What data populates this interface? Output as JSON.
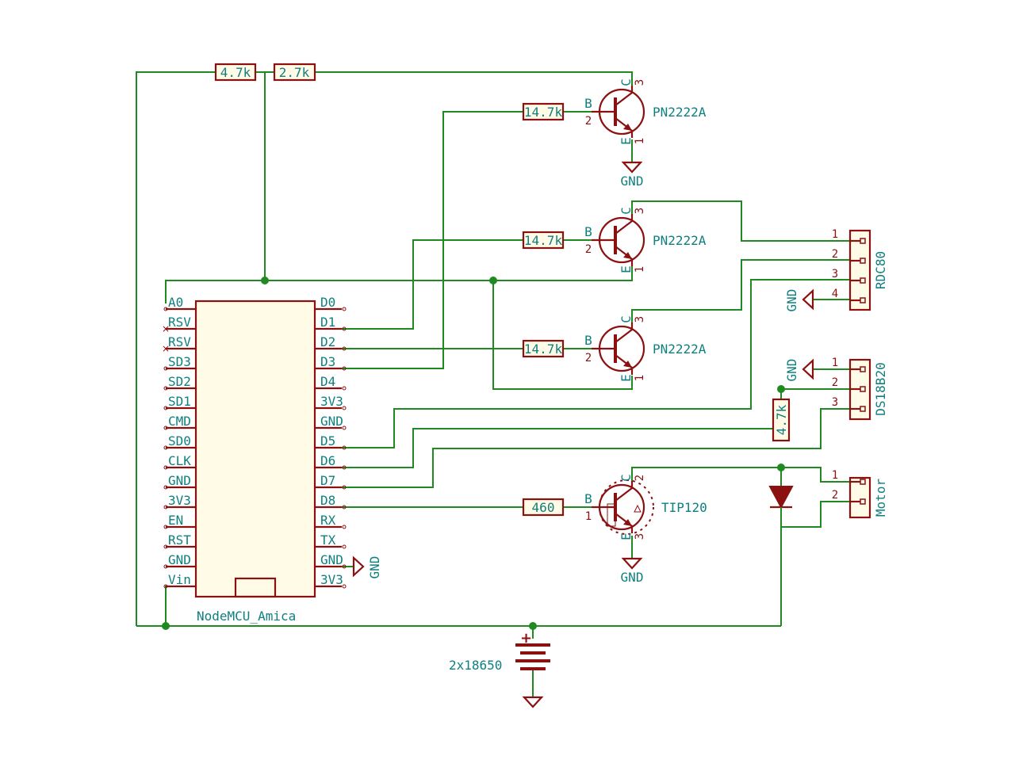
{
  "mcu": {
    "name": "NodeMCU_Amica",
    "left_pins": [
      "A0",
      "RSV",
      "RSV",
      "SD3",
      "SD2",
      "SD1",
      "CMD",
      "SD0",
      "CLK",
      "GND",
      "3V3",
      "EN",
      "RST",
      "GND",
      "Vin"
    ],
    "right_pins": [
      "D0",
      "D1",
      "D2",
      "D3",
      "D4",
      "3V3",
      "GND",
      "D5",
      "D6",
      "D7",
      "D8",
      "RX",
      "TX",
      "GND",
      "3V3"
    ]
  },
  "resistors": {
    "r1": "4.7k",
    "r2": "2.7k",
    "rb1": "14.7k",
    "rb2": "14.7k",
    "rb3": "14.7k",
    "rb4": "460",
    "rpull": "4.7k"
  },
  "transistors": [
    {
      "part": "PN2222A",
      "b": "B",
      "c": "C",
      "e": "E",
      "pin_b": "2",
      "pin_c": "3",
      "pin_e": "1"
    },
    {
      "part": "PN2222A",
      "b": "B",
      "c": "C",
      "e": "E",
      "pin_b": "2",
      "pin_c": "3",
      "pin_e": "1"
    },
    {
      "part": "PN2222A",
      "b": "B",
      "c": "C",
      "e": "E",
      "pin_b": "2",
      "pin_c": "3",
      "pin_e": "1"
    },
    {
      "part": "TIP120",
      "b": "B",
      "c": "C",
      "e": "E",
      "pin_b": "1",
      "pin_c": "2",
      "pin_e": "3"
    }
  ],
  "connectors": {
    "rdc80": {
      "name": "RDC80",
      "pins": [
        "1",
        "2",
        "3",
        "4"
      ]
    },
    "ds18b20": {
      "name": "DS18B20",
      "pins": [
        "1",
        "2",
        "3"
      ]
    },
    "motor": {
      "name": "Motor",
      "pins": [
        "1",
        "2"
      ]
    }
  },
  "battery": {
    "name": "2x18650",
    "plus": "+"
  },
  "gnd_label": "GND",
  "colors": {
    "wire": "#1f8a1f",
    "component": "#8b1010",
    "label": "#0f7f7f"
  }
}
